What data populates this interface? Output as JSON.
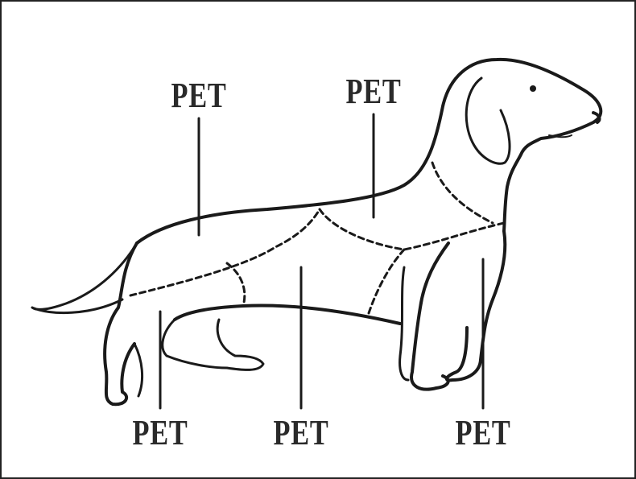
{
  "labels": {
    "top_left": "PET",
    "top_right": "PET",
    "bottom_left": "PET",
    "bottom_middle": "PET",
    "bottom_right": "PET"
  },
  "colors": {
    "line": "#1a1a1a",
    "background": "#ffffff"
  }
}
